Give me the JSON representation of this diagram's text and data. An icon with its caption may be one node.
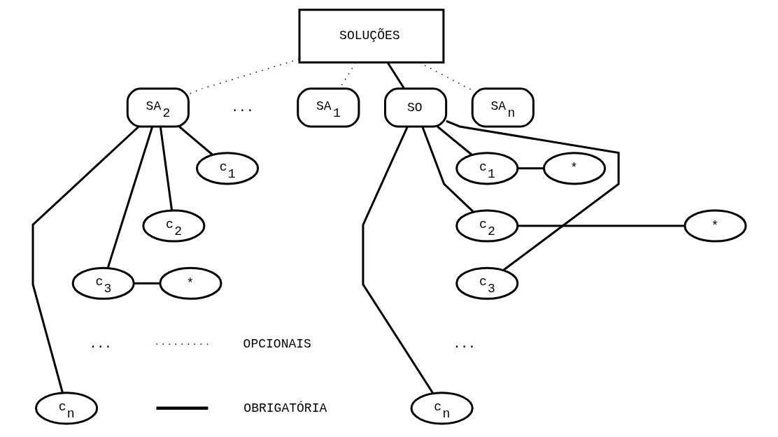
{
  "diagram": {
    "nodes": [
      {
        "text": [
          "SOLUÇÕES"
        ]
      },
      {
        "text": [
          "SO"
        ]
      },
      {
        "text": [
          "SA$_{1}$"
        ]
      },
      {
        "text": [
          "SA$_{2}$"
        ]
      },
      {
        "text": [
          "SA$_{n}$"
        ]
      },
      {
        "text": [
          "c$_{1}$"
        ]
      },
      {
        "text": [
          "*"
        ]
      },
      {
        "text": [
          "c$_{2}$"
        ]
      },
      {
        "text": [
          "*"
        ]
      },
      {
        "text": [
          "c$_{3}$"
        ]
      },
      {
        "text": [
          "c$_{n}$"
        ]
      },
      {
        "text": [
          "c$_{1}$"
        ]
      },
      {
        "text": [
          "c$_{2}$"
        ]
      },
      {
        "text": [
          "c$_{3}$"
        ]
      },
      {
        "text": [
          "*"
        ]
      },
      {
        "text": [
          "c$_{n}$"
        ]
      }
    ],
    "edges": [
      {
        "from": 0,
        "to": 1,
        "arrow": "none"
      },
      {
        "from": 0,
        "to": 2,
        "arrow": "none",
        "style": "dashed"
      },
      {
        "from": 0,
        "to": 3,
        "arrow": "none",
        "style": "dashed"
      },
      {
        "from": 0,
        "to": 4,
        "arrow": "none",
        "style": "dashed"
      },
      {
        "from": 1,
        "to": 5,
        "arrow": "none"
      },
      {
        "from": 5,
        "to": 6,
        "arrow": "none"
      },
      {
        "from": 1,
        "to": 7,
        "arrow": "none"
      },
      {
        "from": 7,
        "to": 8,
        "arrow": "none"
      },
      {
        "from": 1,
        "to": 9,
        "arrow": "none"
      },
      {
        "from": 1,
        "to": 10,
        "arrow": "none"
      },
      {
        "from": 3,
        "to": 11,
        "arrow": "none"
      },
      {
        "from": 3,
        "to": 12,
        "arrow": "none"
      },
      {
        "from": 3,
        "to": 13,
        "arrow": "none"
      },
      {
        "from": 13,
        "to": 14,
        "arrow": "none"
      },
      {
        "from": 3,
        "to": 15,
        "arrow": "none"
      }
    ],
    "labels": [
      "...",
      "...",
      "..."
    ],
    "legend": [
      {
        "text": "OPCIONAIS"
      },
      {
        "text": "OBRIGATÓRIA"
      }
    ]
  }
}
